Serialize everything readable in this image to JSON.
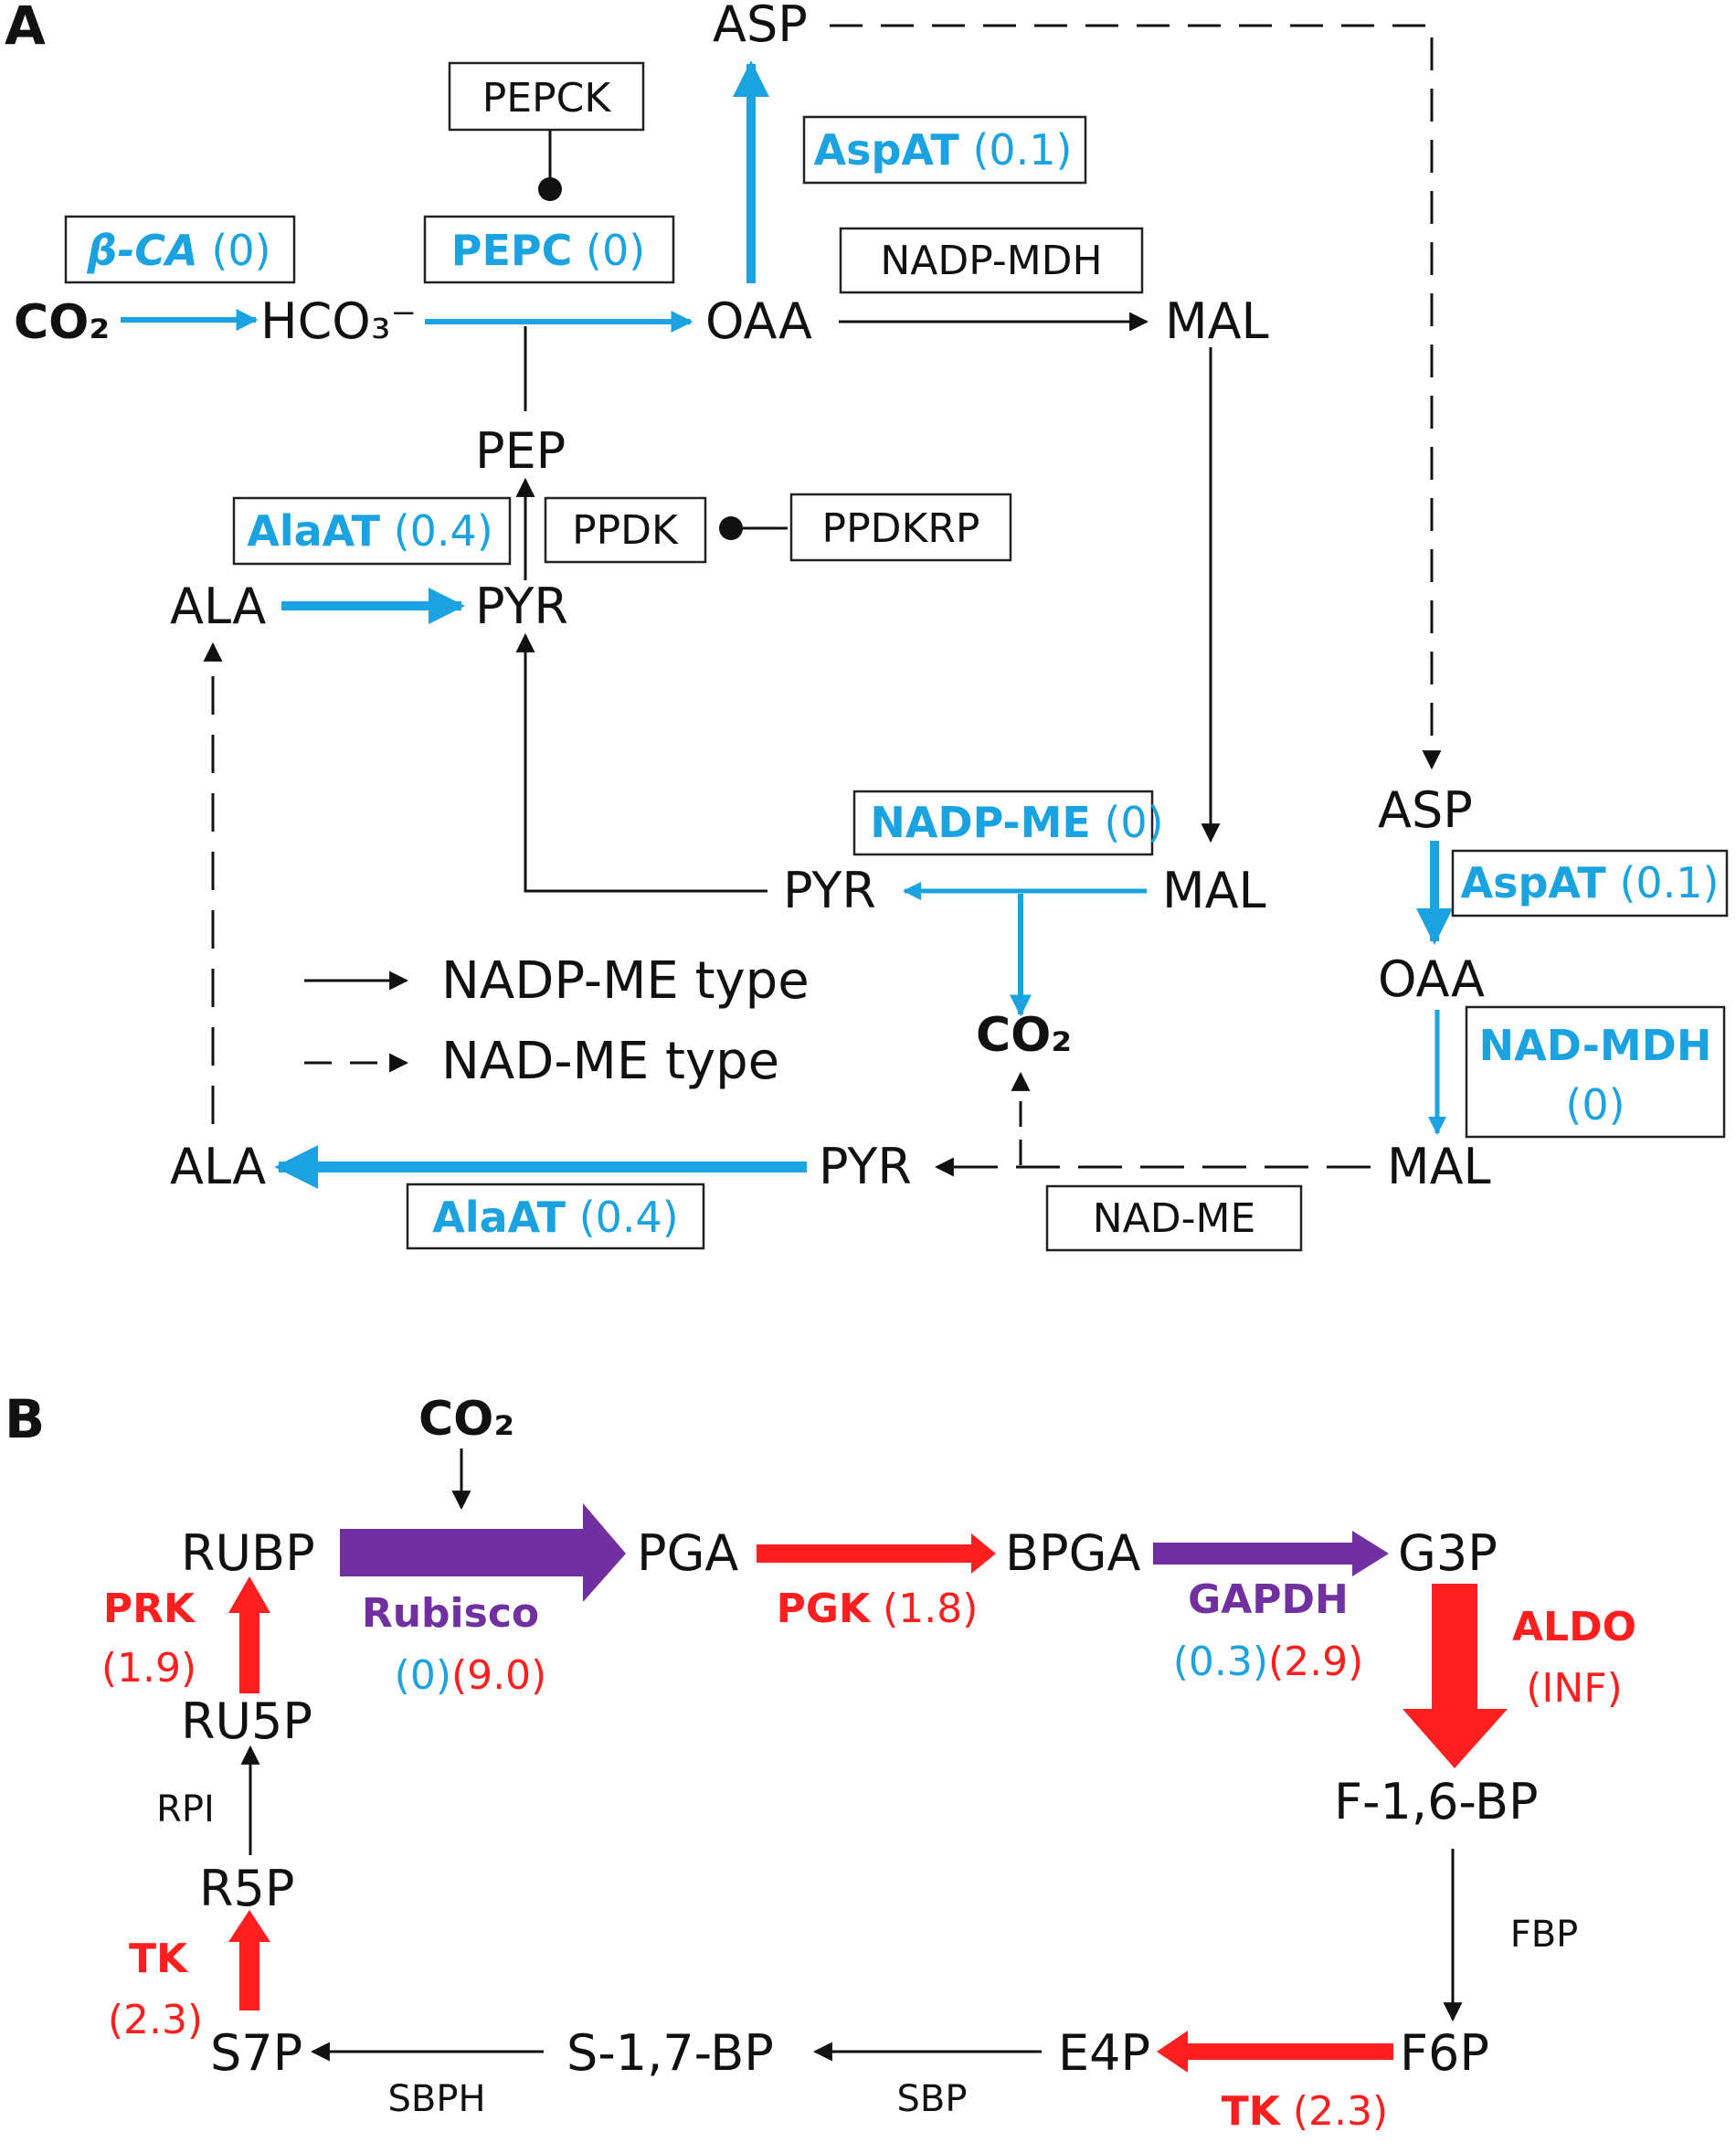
{
  "panel_a": {
    "label": "A",
    "metabolites": {
      "asp_top": "ASP",
      "co2_in": "CO₂",
      "hco3": "HCO₃⁻",
      "oaa_top": "OAA",
      "mal_top": "MAL",
      "pep": "PEP",
      "ala_upper": "ALA",
      "pyr_upper": "PYR",
      "pyr_mid": "PYR",
      "mal_mid": "MAL",
      "co2_out": "CO₂",
      "asp_right": "ASP",
      "oaa_right": "OAA",
      "mal_right": "MAL",
      "ala_lower": "ALA",
      "pyr_lower": "PYR"
    },
    "enzymes": {
      "pepck": "PEPCK",
      "aspat_top_name": "AspAT",
      "aspat_top_value": "(0.1)",
      "beta_ca_name": "β-CA",
      "beta_ca_value": "(0)",
      "pepc_name": "PEPC",
      "pepc_value": "(0)",
      "nadp_mdh": "NADP-MDH",
      "alaat_upper_name": "AlaAT",
      "alaat_upper_value": "(0.4)",
      "ppdk": "PPDK",
      "ppdkrp": "PPDKRP",
      "nadp_me_name": "NADP-ME",
      "nadp_me_value": "(0)",
      "aspat_right_name": "AspAT",
      "aspat_right_value": "(0.1)",
      "nad_mdh_name": "NAD-MDH",
      "nad_mdh_value": "(0)",
      "nad_me": "NAD-ME",
      "alaat_lower_name": "AlaAT",
      "alaat_lower_value": "(0.4)"
    },
    "legend": {
      "solid_label": "NADP-ME type",
      "dashed_label": "NAD-ME type"
    }
  },
  "panel_b": {
    "label": "B",
    "metabolites": {
      "co2": "CO₂",
      "rubp": "RUBP",
      "pga": "PGA",
      "bpga": "BPGA",
      "g3p": "G3P",
      "ru5p": "RU5P",
      "r5p": "R5P",
      "f16bp": "F-1,6-BP",
      "s7p": "S7P",
      "s17bp": "S-1,7-BP",
      "e4p": "E4P",
      "f6p": "F6P"
    },
    "enzymes": {
      "rubisco_name": "Rubisco",
      "rubisco_value_blue": "(0)",
      "rubisco_value_red": "(9.0)",
      "pgk_name": "PGK",
      "pgk_value": "(1.8)",
      "gapdh_name": "GAPDH",
      "gapdh_value_blue": "(0.3)",
      "gapdh_value_red": "(2.9)",
      "aldo_name": "ALDO",
      "aldo_value": "(INF)",
      "prk_name": "PRK",
      "prk_value": "(1.9)",
      "rpi": "RPI",
      "tk_left_name": "TK",
      "tk_left_value": "(2.3)",
      "fbp": "FBP",
      "sbph": "SBPH",
      "sbp": "SBP",
      "tk_bottom_name": "TK",
      "tk_bottom_value": "(2.3)"
    }
  },
  "colors": {
    "blue": "#1aa3e0",
    "red": "#ff1f1f",
    "purple": "#7030a0",
    "black": "#111111"
  }
}
